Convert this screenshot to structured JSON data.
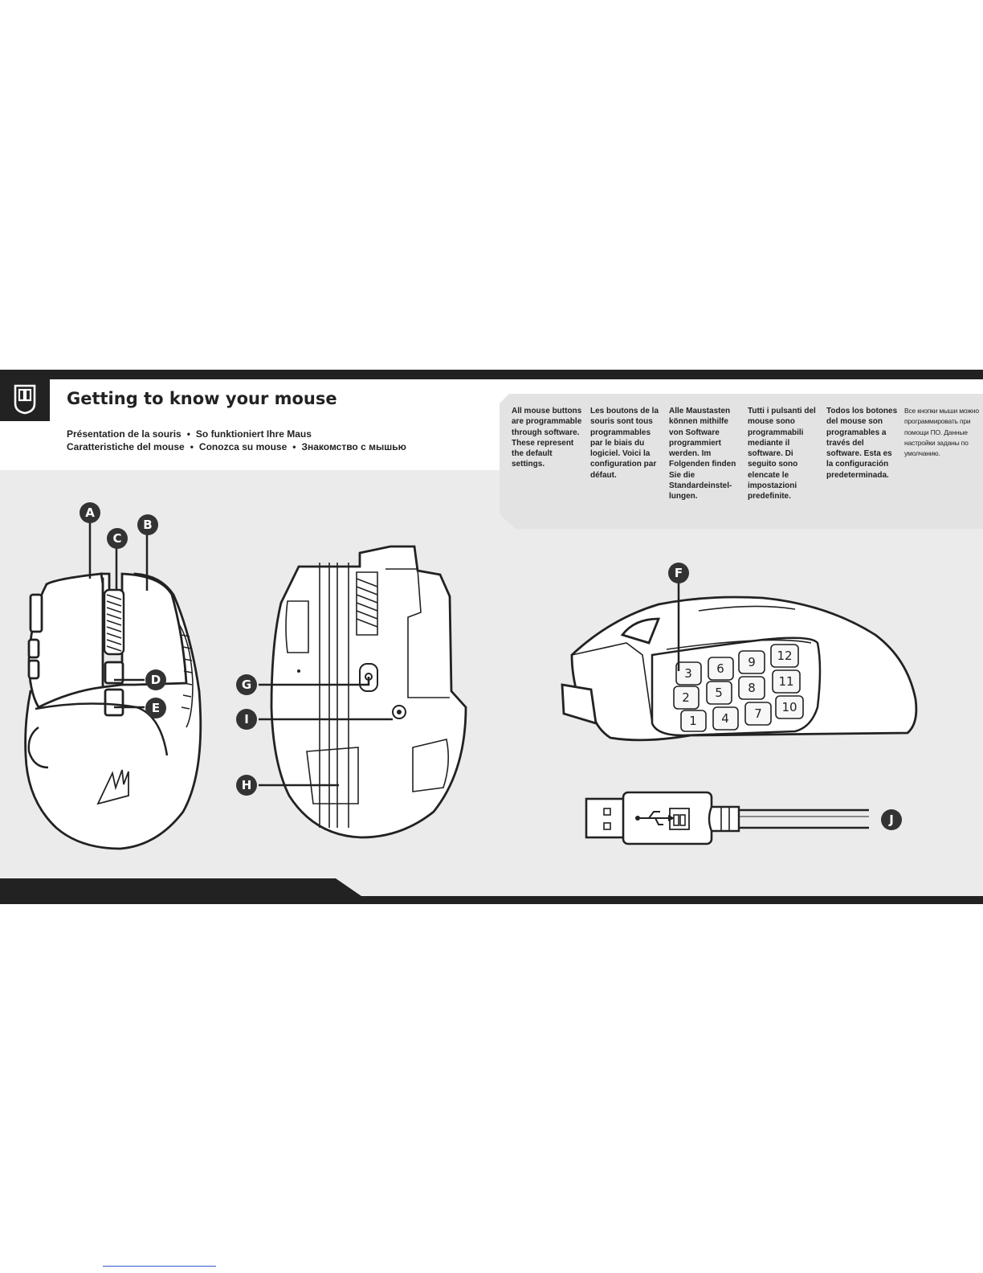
{
  "header": {
    "title": "Getting to know your mouse",
    "subtitle_line1": [
      "Présentation de la souris",
      "So funktioniert Ihre Maus"
    ],
    "subtitle_line2": [
      "Caratteristiche del mouse",
      "Conozca su mouse",
      "Знакомство с мышью"
    ],
    "separator": "•"
  },
  "notes": [
    {
      "lang": "en",
      "text": "All mouse buttons are programmable through software. These represent the default settings."
    },
    {
      "lang": "fr",
      "text": "Les boutons de la souris sont tous programmables par le biais du logiciel. Voici la configuration par défaut."
    },
    {
      "lang": "de",
      "text": "Alle Maustasten können mithilfe von Software programmiert werden. Im Folgenden finden Sie die Standardeinstel-lungen."
    },
    {
      "lang": "it",
      "text": "Tutti i pulsanti del mouse sono programmabili mediante il software. Di seguito sono elencate le impostazioni predefinite."
    },
    {
      "lang": "es",
      "text": "Todos los botones del mouse son programables a través del software. Esta es la configuración predeterminada."
    },
    {
      "lang": "ru",
      "text": "Все кнопки мыши можно программировать при помощи ПО. Данные настройки заданы по умолчанию."
    }
  ],
  "callouts": {
    "a": "A",
    "b": "B",
    "c": "C",
    "d": "D",
    "e": "E",
    "f": "F",
    "g": "G",
    "h": "H",
    "i": "I",
    "j": "J"
  },
  "keypad": [
    "1",
    "2",
    "3",
    "4",
    "5",
    "6",
    "7",
    "8",
    "9",
    "10",
    "11",
    "12"
  ],
  "icons": [
    "mouse-section-icon",
    "usb-icon",
    "corsair-logo-icon"
  ]
}
